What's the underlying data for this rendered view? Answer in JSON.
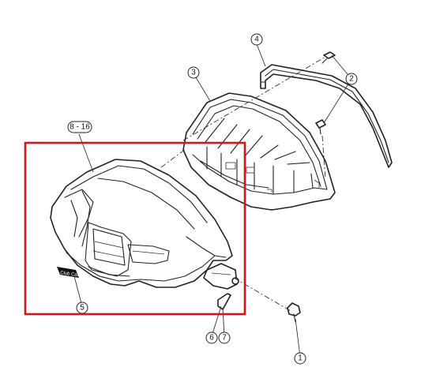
{
  "callouts": {
    "c1": "1",
    "c2": "2",
    "c3": "3",
    "c4": "4",
    "c5": "5",
    "c6": "6",
    "c7": "7",
    "c816": "8 - 16"
  },
  "decal": {
    "text": "Club Car"
  },
  "colors": {
    "highlight": "#d0151b",
    "line": "#222222",
    "background": "#ffffff"
  }
}
